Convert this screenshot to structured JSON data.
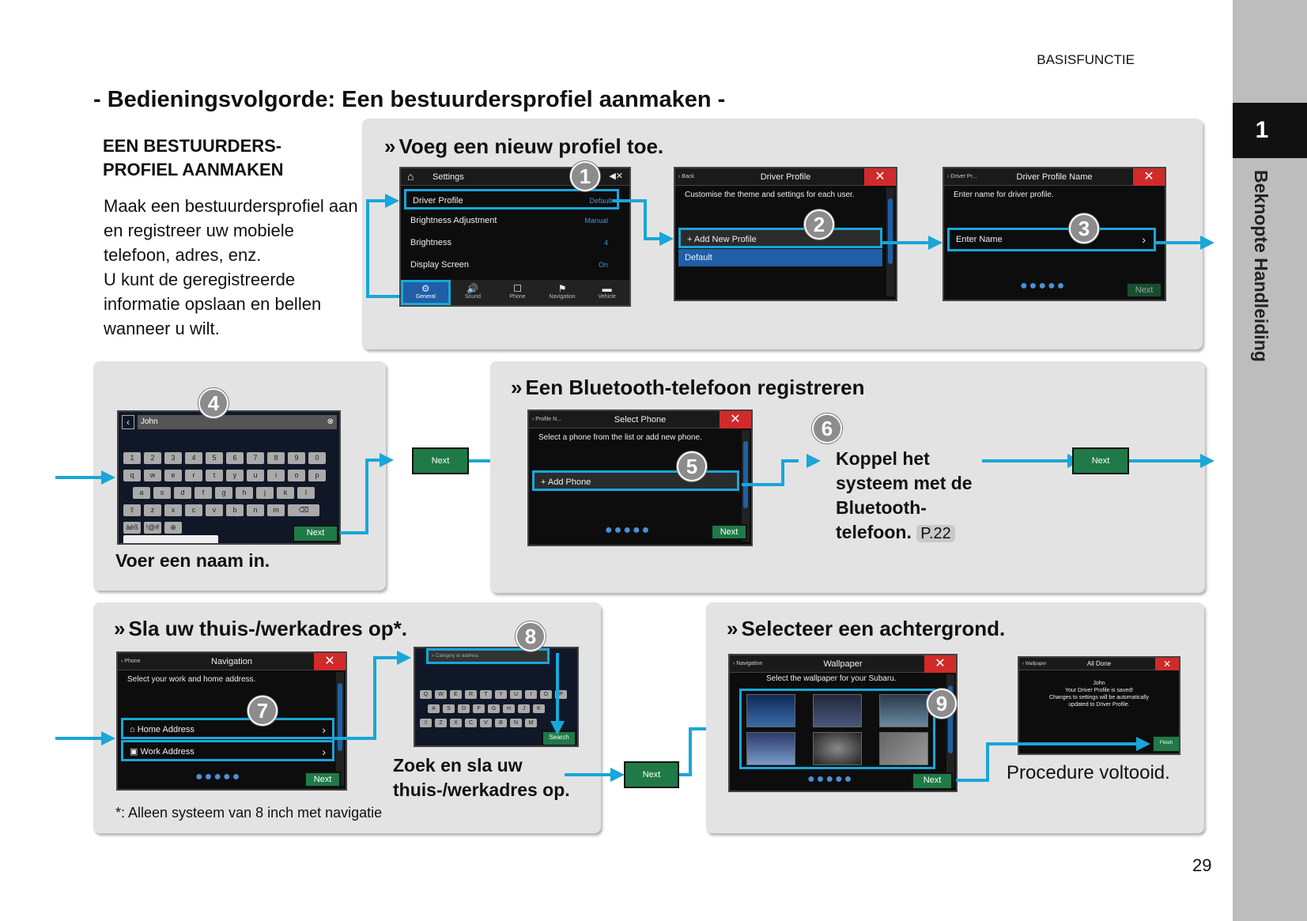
{
  "header": {
    "section": "BASISFUNCTIE"
  },
  "sidebar": {
    "chapter": "1",
    "label": "Beknopte Handleiding"
  },
  "page_number": "29",
  "title": "- Bedieningsvolgorde: Een bestuurdersprofiel aanmaken -",
  "intro": {
    "heading": "EEN BESTUURDERS-PROFIEL AANMAKEN",
    "heading_line1": "EEN BESTUURDERS-",
    "heading_line2": "PROFIEL AANMAKEN",
    "text1": "Maak een bestuurdersprofiel aan en registreer uw mobiele telefoon, adres, enz.",
    "text2": "U kunt de geregistreerde informatie opslaan en bellen wanneer u wilt."
  },
  "panels": {
    "profile": {
      "title": "Voeg een nieuw profiel toe."
    },
    "bluetooth": {
      "title": "Een Bluetooth-telefoon registreren",
      "step6_text": "Koppel het systeem met de Bluetooth-telefoon.",
      "ref": "P.22"
    },
    "address": {
      "title": "Sla uw thuis-/werkadres op*.",
      "step8_caption": "Zoek en sla uw thuis-/werkadres op.",
      "footnote": "*: Alleen systeem van 8 inch met navigatie"
    },
    "wallpaper": {
      "title": "Selecteer een achtergrond.",
      "done_caption": "Procedure voltooid."
    },
    "name": {
      "caption": "Voer een naam in."
    }
  },
  "settings_screen": {
    "title": "Settings",
    "rows": [
      {
        "label": "Driver Profile",
        "value": "Default"
      },
      {
        "label": "Brightness Adjustment",
        "value": "Manual"
      },
      {
        "label": "Brightness",
        "value": "4"
      },
      {
        "label": "Display Screen",
        "value": "On"
      }
    ],
    "tabs": [
      "General",
      "Sound",
      "Phone",
      "Navigation",
      "Vehicle"
    ]
  },
  "driver_profile_screen": {
    "title": "Driver Profile",
    "back": "Back",
    "desc": "Customise the theme and settings for each user.",
    "add": "Add New Profile",
    "default": "Default"
  },
  "profile_name_screen": {
    "title": "Driver Profile Name",
    "back": "Driver Pr...",
    "desc": "Enter name for driver profile.",
    "field": "Enter Name",
    "next": "Next"
  },
  "keyboard_screen": {
    "input": "John",
    "next": "Next",
    "row1": [
      "1",
      "2",
      "3",
      "4",
      "5",
      "6",
      "7",
      "8",
      "9",
      "0"
    ],
    "row2": [
      "q",
      "w",
      "e",
      "r",
      "t",
      "y",
      "u",
      "i",
      "o",
      "p"
    ],
    "row3": [
      "a",
      "s",
      "d",
      "f",
      "g",
      "h",
      "j",
      "k",
      "l"
    ],
    "row4": [
      "z",
      "x",
      "c",
      "v",
      "b",
      "n",
      "m"
    ],
    "sym": "àéß",
    "sym2": "!@#"
  },
  "select_phone_screen": {
    "title": "Select Phone",
    "back": "Profile N...",
    "desc": "Select a phone from the list or add new phone.",
    "add": "Add Phone",
    "next": "Next"
  },
  "navigation_screen": {
    "title": "Navigation",
    "back": "Phone",
    "desc": "Select your work and home address.",
    "home": "Home Address",
    "work": "Work Address",
    "next": "Next"
  },
  "search_screen": {
    "placeholder": "Category or address",
    "search": "Search",
    "row2": [
      "Q",
      "W",
      "E",
      "R",
      "T",
      "Y",
      "U",
      "I",
      "O",
      "P"
    ],
    "row3": [
      "A",
      "S",
      "D",
      "F",
      "G",
      "H",
      "J",
      "K"
    ],
    "row4": [
      "Z",
      "X",
      "C",
      "V",
      "B",
      "N",
      "M"
    ]
  },
  "wallpaper_screen": {
    "title": "Wallpaper",
    "back": "Navigation",
    "desc": "Select the wallpaper for your Subaru.",
    "next": "Next"
  },
  "done_screen": {
    "title": "All Done",
    "back": "Wallpaper",
    "name": "John",
    "line1": "Your Driver Profile is saved!",
    "line2": "Changes to settings will be automatically",
    "line3": "updated to Driver Profile.",
    "finish": "Finish"
  },
  "buttons": {
    "next": "Next"
  },
  "badges": [
    "1",
    "2",
    "3",
    "4",
    "5",
    "6",
    "7",
    "8",
    "9"
  ],
  "colors": {
    "accent": "#19a6d9",
    "panel": "#e3e3e3",
    "next": "#1f7a47",
    "close": "#d12a2a"
  }
}
